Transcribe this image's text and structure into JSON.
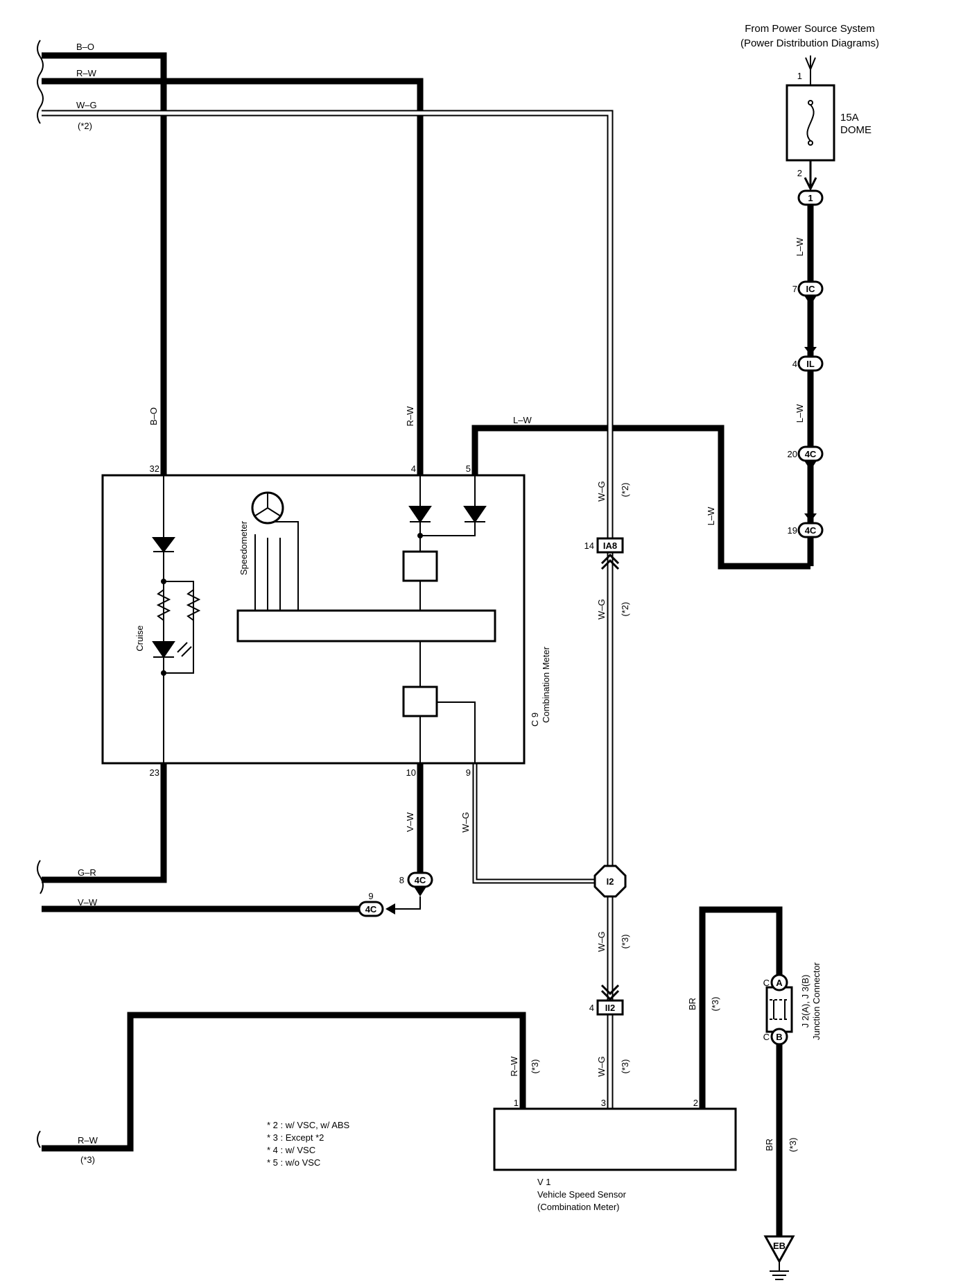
{
  "power_source": {
    "line1": "From Power Source System",
    "line2": "(Power Distribution Diagrams)"
  },
  "fuse": {
    "rating": "15A",
    "name": "DOME",
    "pin_in": "1",
    "pin_out": "2"
  },
  "wires": {
    "b_o": "B–O",
    "r_w": "R–W",
    "w_g": "W–G",
    "l_w": "L–W",
    "g_r": "G–R",
    "v_w": "V–W",
    "br": "BR",
    "note2": "(*2)",
    "note3": "(*3)"
  },
  "connectors": {
    "n1": "1",
    "ic": "IC",
    "il": "IL",
    "c4": "4C",
    "ia8": "IA8",
    "i2": "I2",
    "ii2": "II2",
    "a": "A",
    "b": "B",
    "c": "C",
    "eb": "EB"
  },
  "pins": {
    "p1": "1",
    "p2": "2",
    "p3": "3",
    "p4": "4",
    "p5": "5",
    "p7": "7",
    "p8": "8",
    "p9": "9",
    "p10": "10",
    "p14": "14",
    "p19": "19",
    "p20": "20",
    "p23": "23",
    "p32": "32"
  },
  "combination_meter": {
    "code": "C 9",
    "name": "Combination Meter",
    "speedometer": "Speedometer",
    "cruise": "Cruise"
  },
  "junction": {
    "code": "J 2(A), J 3(B)",
    "name": "Junction Connector"
  },
  "vehicle_speed_sensor": {
    "code": "V 1",
    "name": "Vehicle Speed Sensor",
    "sub": "(Combination Meter)"
  },
  "notes": [
    "* 2 : w/ VSC,  w/ ABS",
    "* 3 : Except *2",
    "* 4 : w/ VSC",
    "* 5 : w/o VSC"
  ]
}
